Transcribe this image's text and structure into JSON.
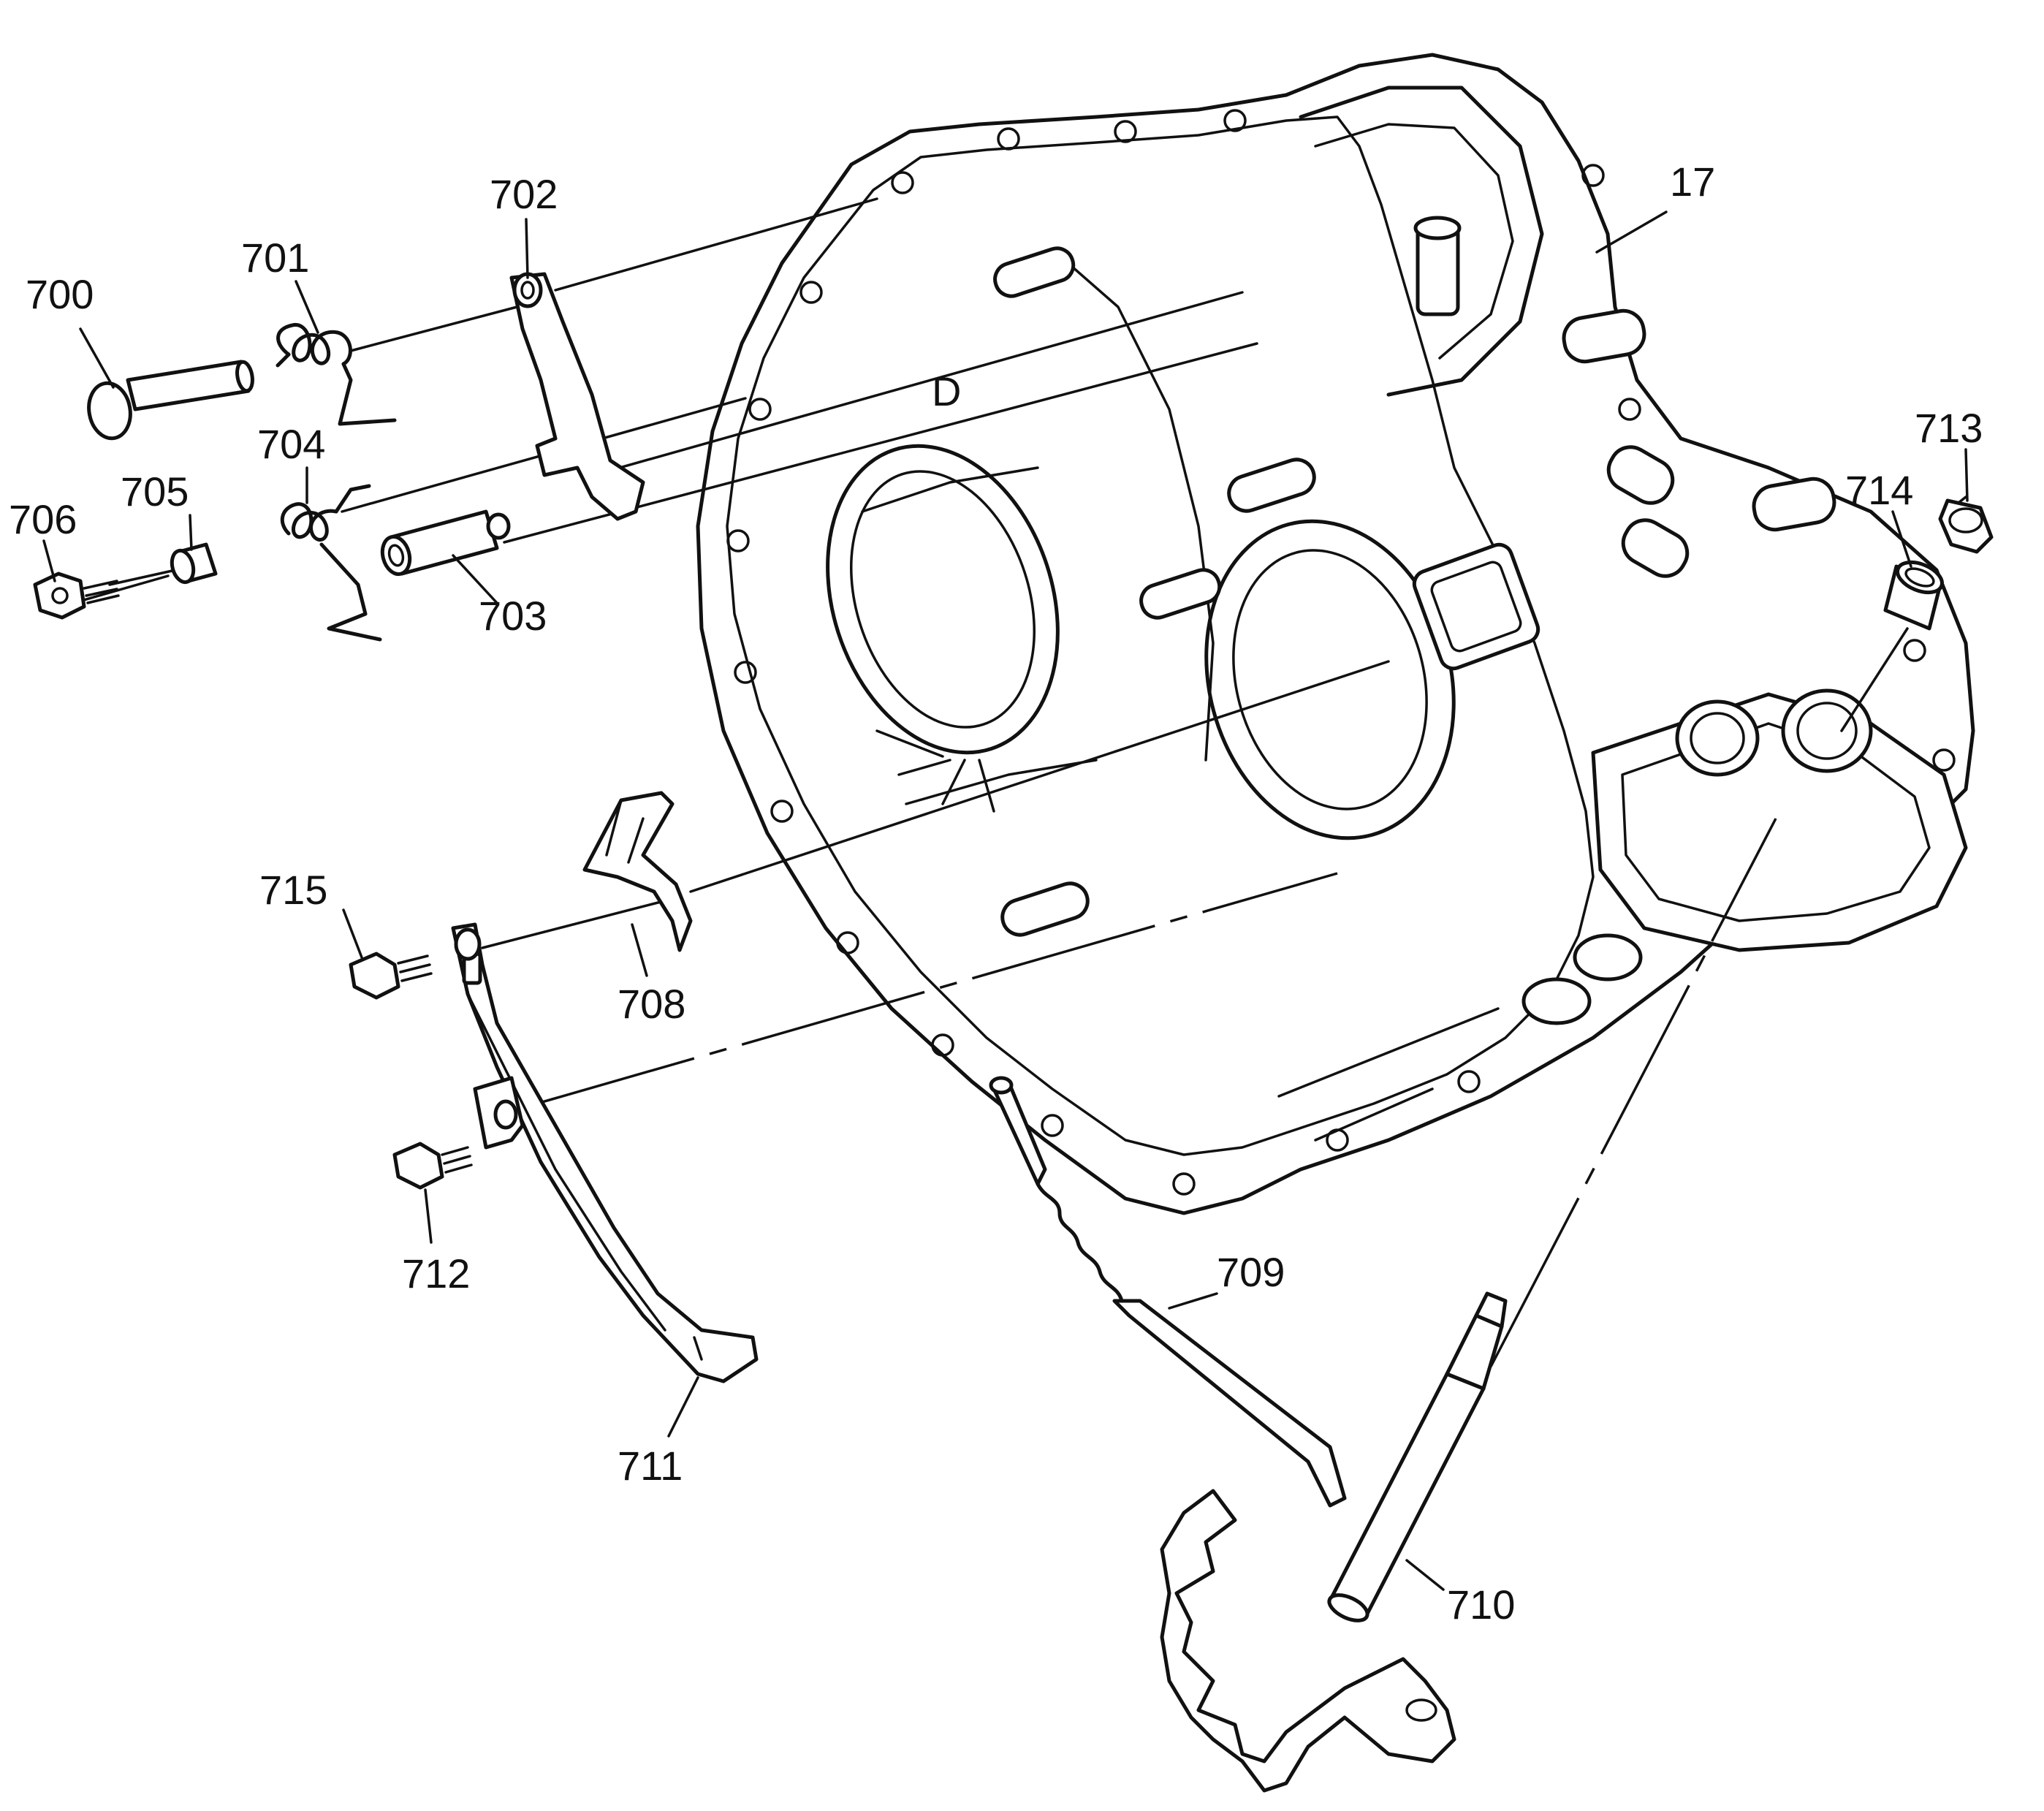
{
  "diagram": {
    "callouts": [
      {
        "id": "c17",
        "text": "17"
      },
      {
        "id": "c700",
        "text": "700"
      },
      {
        "id": "c701",
        "text": "701"
      },
      {
        "id": "c702",
        "text": "702"
      },
      {
        "id": "c703",
        "text": "703"
      },
      {
        "id": "c704",
        "text": "704"
      },
      {
        "id": "c705",
        "text": "705"
      },
      {
        "id": "c706",
        "text": "706"
      },
      {
        "id": "c708",
        "text": "708"
      },
      {
        "id": "c709",
        "text": "709"
      },
      {
        "id": "c710",
        "text": "710"
      },
      {
        "id": "c711",
        "text": "711"
      },
      {
        "id": "c712",
        "text": "712"
      },
      {
        "id": "c713",
        "text": "713"
      },
      {
        "id": "c714",
        "text": "714"
      },
      {
        "id": "c715",
        "text": "715"
      }
    ],
    "case_marking": "D"
  }
}
